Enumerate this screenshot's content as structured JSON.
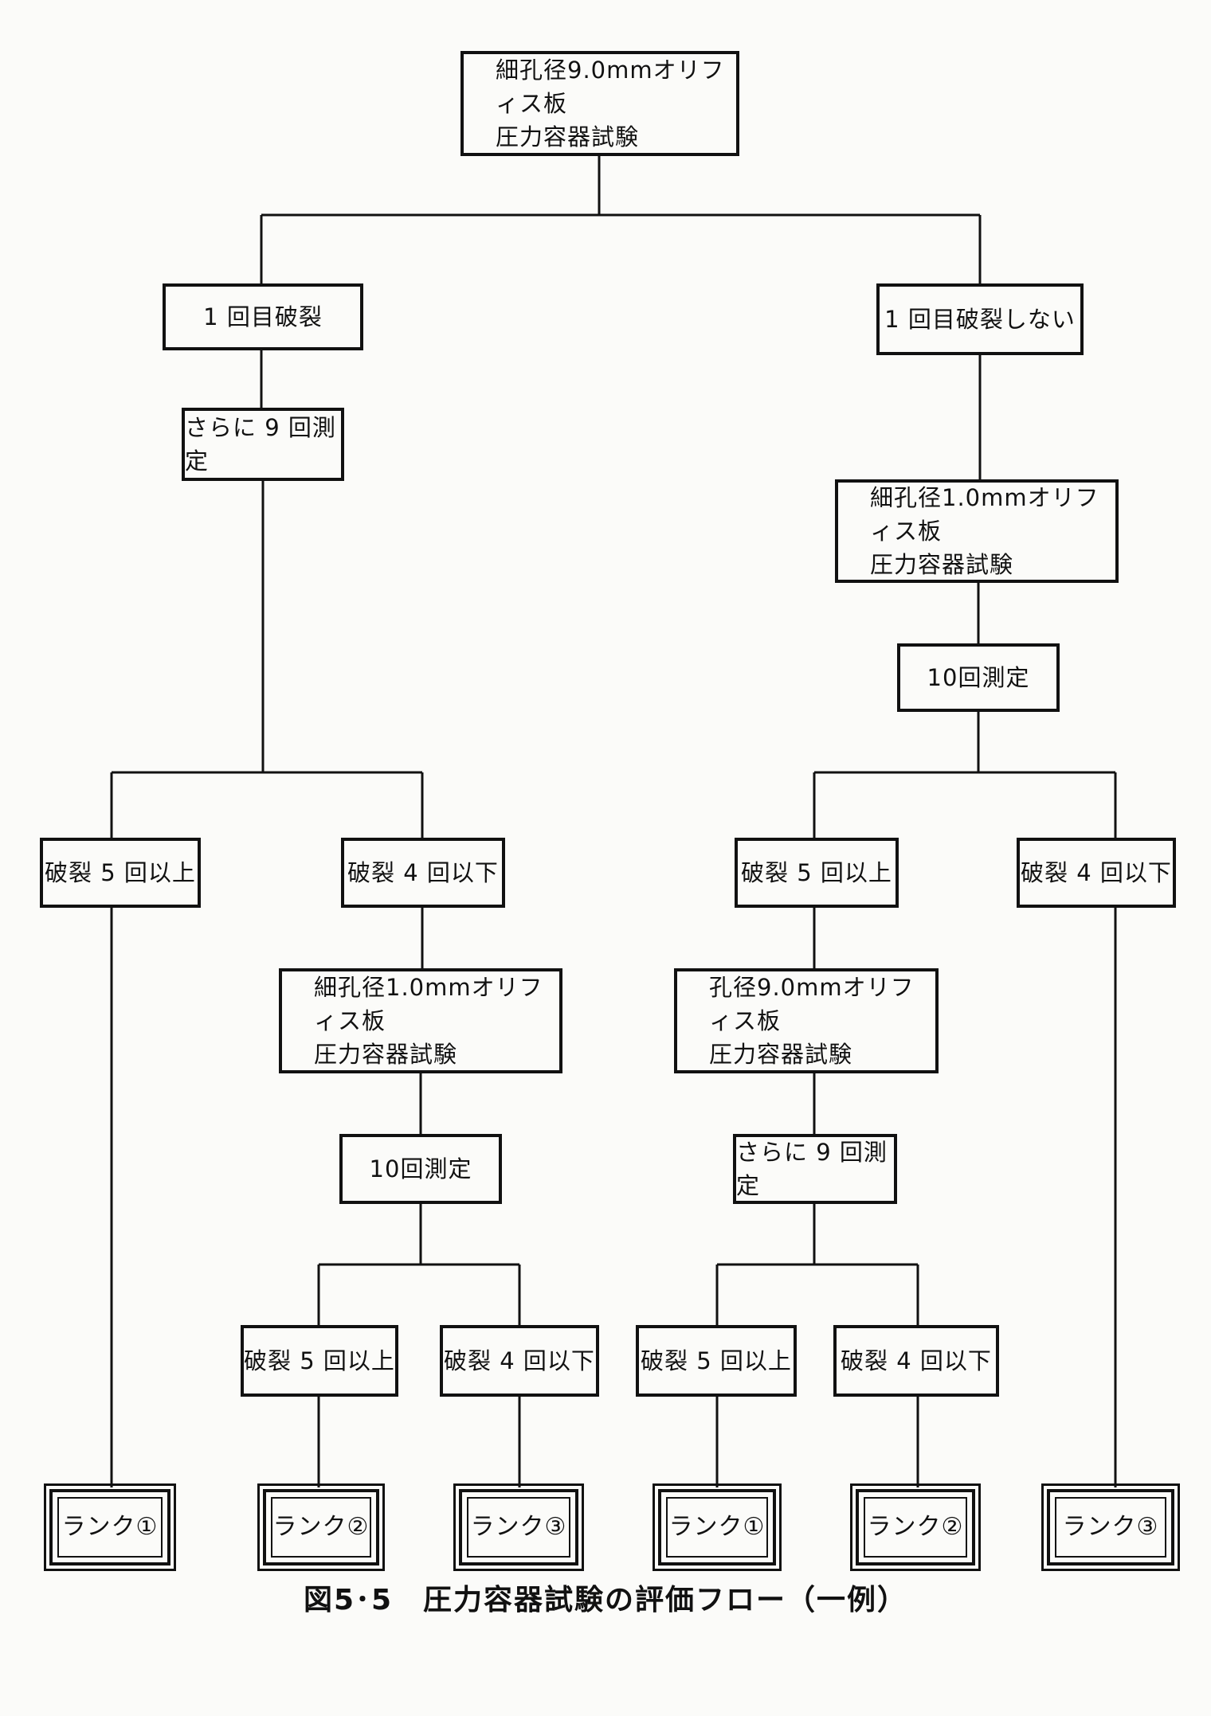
{
  "nodes": {
    "root": [
      "細孔径9.0mmオリフィス板",
      "圧力容器試験"
    ],
    "first_burst": "1 回目破裂",
    "first_no_burst": "1 回目破裂しない",
    "left_measure9": "さらに 9 回測定",
    "right_test_1mm": [
      "細孔径1.0mmオリフィス板",
      "圧力容器試験"
    ],
    "right_measure10": "10回測定",
    "l_burst5": "破裂 5 回以上",
    "l_burst4": "破裂 4 回以下",
    "r_burst5": "破裂 5 回以上",
    "r_burst4": "破裂 4 回以下",
    "l_test_1mm": [
      "細孔径1.0mmオリフィス板",
      "圧力容器試験"
    ],
    "r_test_9mm": [
      "孔径9.0mmオリフィス板",
      "圧力容器試験"
    ],
    "l_measure10": "10回測定",
    "r_measure9": "さらに 9 回測定",
    "ll_burst5": "破裂 5 回以上",
    "ll_burst4": "破裂 4 回以下",
    "rr_burst5": "破裂 5 回以上",
    "rr_burst4": "破裂 4 回以下"
  },
  "ranks": [
    "ランク①",
    "ランク②",
    "ランク③",
    "ランク①",
    "ランク②",
    "ランク③"
  ],
  "caption": "図5･5　圧力容器試験の評価フロー（一例）"
}
